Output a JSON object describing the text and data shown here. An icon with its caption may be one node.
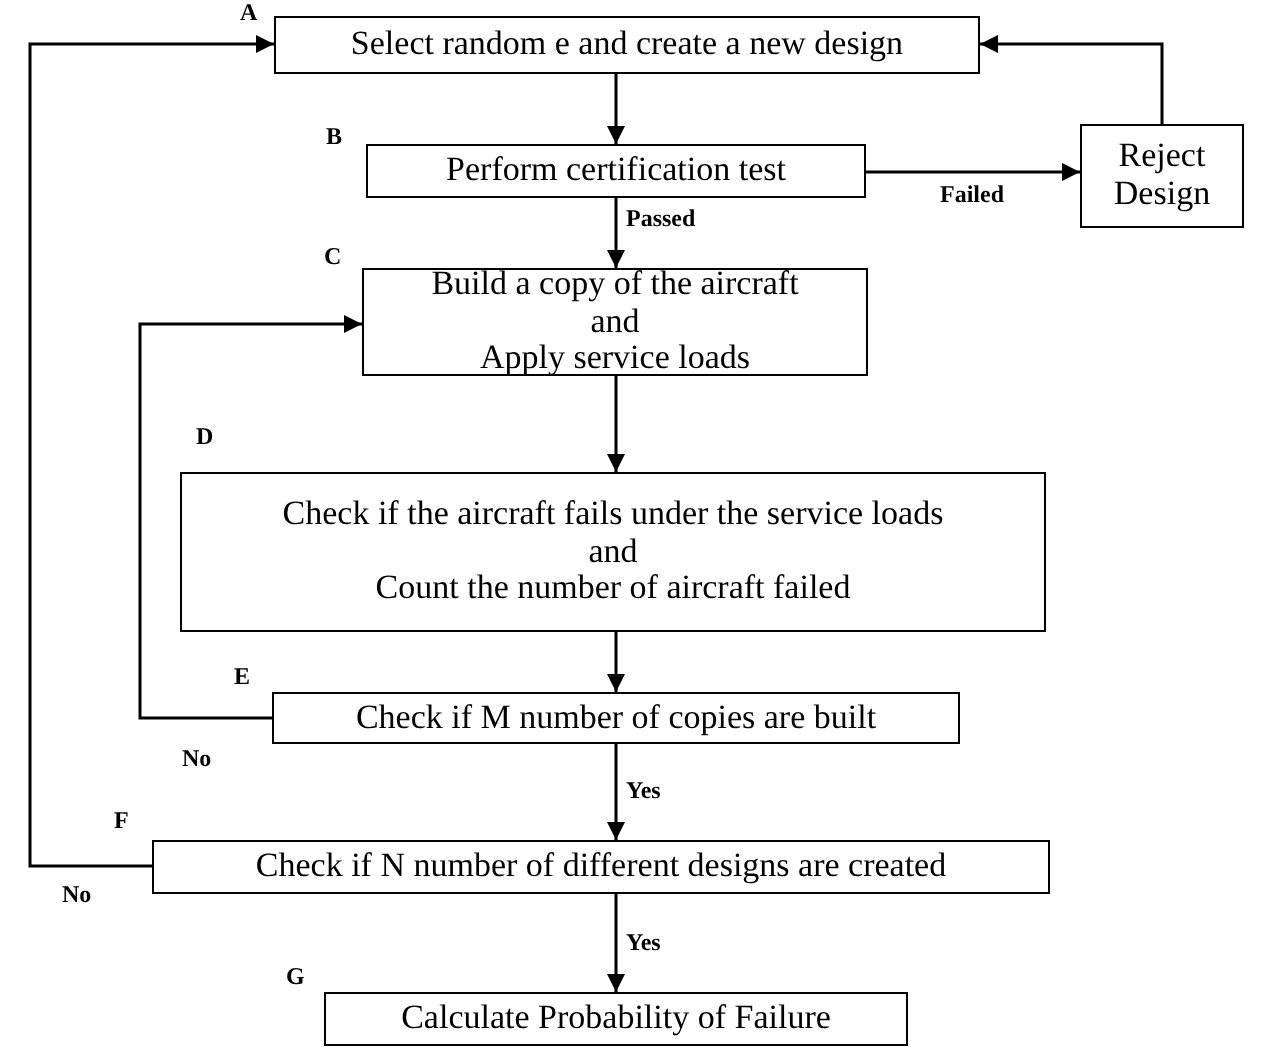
{
  "diagram": {
    "nodes": [
      {
        "text": [
          "Select random e and create a new design"
        ],
        "beside": [
          "A"
        ]
      },
      {
        "text": [
          "Perform certification test"
        ],
        "beside": [
          "B"
        ]
      },
      {
        "text": [
          "Reject Design"
        ]
      },
      {
        "text": [
          "Build a copy of the aircraft",
          "and",
          "Apply service loads"
        ],
        "beside": [
          "C"
        ]
      },
      {
        "text": [
          "Check if the aircraft fails under the service loads",
          "and",
          "Count the number of aircraft failed"
        ],
        "beside": [
          "D"
        ]
      },
      {
        "text": [
          "Check if M number of copies are built"
        ],
        "beside": [
          "E"
        ]
      },
      {
        "text": [
          "Check if N number of different designs are created"
        ],
        "beside": [
          "F"
        ]
      },
      {
        "text": [
          "Calculate Probability of Failure"
        ],
        "beside": [
          "G"
        ]
      }
    ],
    "edges": [
      {
        "from": 0,
        "to": 1,
        "arrow": "to"
      },
      {
        "from": 1,
        "to": 3,
        "arrow": "to",
        "label": "Passed"
      },
      {
        "from": 1,
        "to": 2,
        "arrow": "to",
        "label": "Failed"
      },
      {
        "from": 2,
        "to": 0,
        "arrow": "to"
      },
      {
        "from": 3,
        "to": 4,
        "arrow": "to"
      },
      {
        "from": 4,
        "to": 5,
        "arrow": "to"
      },
      {
        "from": 5,
        "to": 3,
        "arrow": "to",
        "label": "No"
      },
      {
        "from": 5,
        "to": 6,
        "arrow": "to",
        "label": "Yes"
      },
      {
        "from": 6,
        "to": 0,
        "arrow": "to",
        "label": "No"
      },
      {
        "from": 6,
        "to": 7,
        "arrow": "to",
        "label": "Yes"
      }
    ]
  }
}
